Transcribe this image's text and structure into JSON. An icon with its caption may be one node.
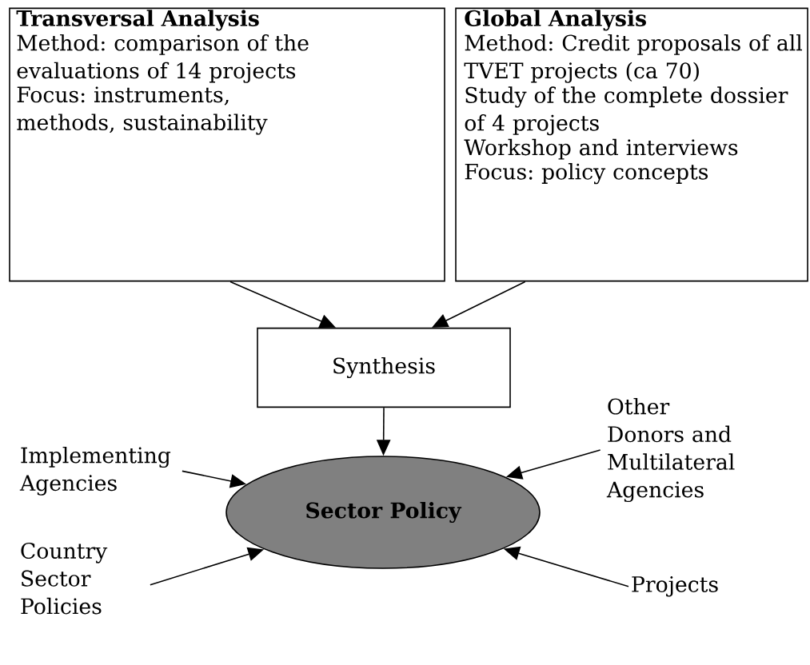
{
  "diagram": {
    "nodes": [
      {
        "text": [
          "Transversal Analysis",
          "Method: comparison of the evaluations of 14 projects",
          "Focus: instruments, methods, sustainability"
        ]
      },
      {
        "text": [
          "Global Analysis",
          "Method: Credit proposals of all TVET projects (ca 70)",
          "Study of the complete dossier of 4 projects",
          "Workshop and interviews",
          "Focus: policy concepts"
        ]
      },
      {
        "text": [
          "Synthesis"
        ]
      },
      {
        "text": [
          "Sector Policy"
        ]
      },
      {
        "text": [
          "Implementing Agencies"
        ]
      },
      {
        "text": [
          "Country Sector Policies"
        ]
      },
      {
        "text": [
          "Other Donors and Multilateral Agencies"
        ]
      },
      {
        "text": [
          "Projects"
        ]
      }
    ],
    "edges": [
      {
        "from": 0,
        "to": 2,
        "arrow": "to"
      },
      {
        "from": 1,
        "to": 2,
        "arrow": "to"
      },
      {
        "from": 2,
        "to": 3,
        "arrow": "to"
      },
      {
        "from": 4,
        "to": 3,
        "arrow": "to"
      },
      {
        "from": 5,
        "to": 3,
        "arrow": "to"
      },
      {
        "from": 6,
        "to": 3,
        "arrow": "to"
      },
      {
        "from": 7,
        "to": 3,
        "arrow": "to"
      }
    ]
  }
}
